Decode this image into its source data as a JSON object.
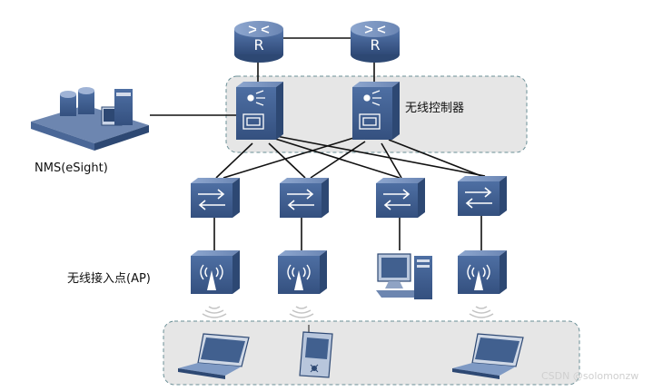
{
  "labels": {
    "wireless_controller": "无线控制器",
    "nms": "NMS(eSight)",
    "access_point": "无线接入点(AP)"
  },
  "router_glyph": "R",
  "watermark": "CSDN @solomonzw",
  "colors": {
    "device_face": "#41608f",
    "device_top": "#7f9ac4",
    "device_side": "#2d4873",
    "link": "#111111",
    "group_fill": "#e6e6e6",
    "group_border": "#6a8f96"
  },
  "icons": [
    "router-icon",
    "wireless-controller-icon",
    "switch-icon",
    "access-point-icon",
    "pc-icon",
    "server-icon",
    "laptop-icon",
    "pda-icon",
    "wifi-signal-icon"
  ]
}
